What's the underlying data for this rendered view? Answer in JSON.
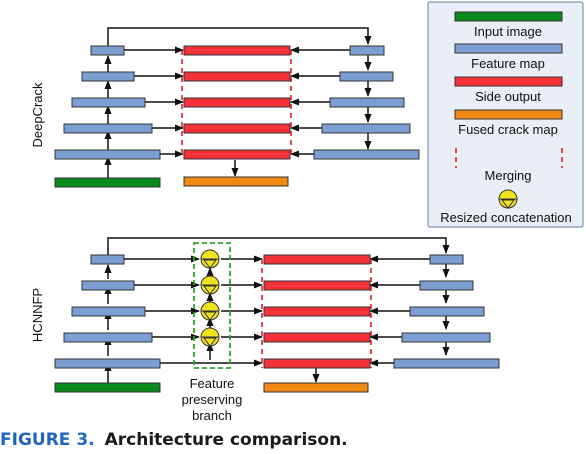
{
  "colors": {
    "input": "#0a8a1a",
    "feature": "#7c9fd3",
    "side": "#f5313a",
    "fused": "#f08a14",
    "merge": "#e0202a",
    "preserve": "#2aa52a",
    "circle": "#f0e31e",
    "stroke": "#333333",
    "legend_bg": "#e9eef7",
    "legend_border": "#8096b5"
  },
  "top_diagram": {
    "title": "DeepCrack"
  },
  "bottom_diagram": {
    "title": "HCNNFP",
    "branch_label": [
      "Feature",
      "preserving",
      "branch"
    ]
  },
  "legend": {
    "input_image": "Input image",
    "feature_map": "Feature map",
    "side_output": "Side output",
    "fused_crack_map": "Fused crack map",
    "merging": "Merging",
    "resized_concatenation": "Resized concatenation"
  },
  "caption": {
    "figure": "FIGURE 3.",
    "title": "Architecture comparison."
  }
}
